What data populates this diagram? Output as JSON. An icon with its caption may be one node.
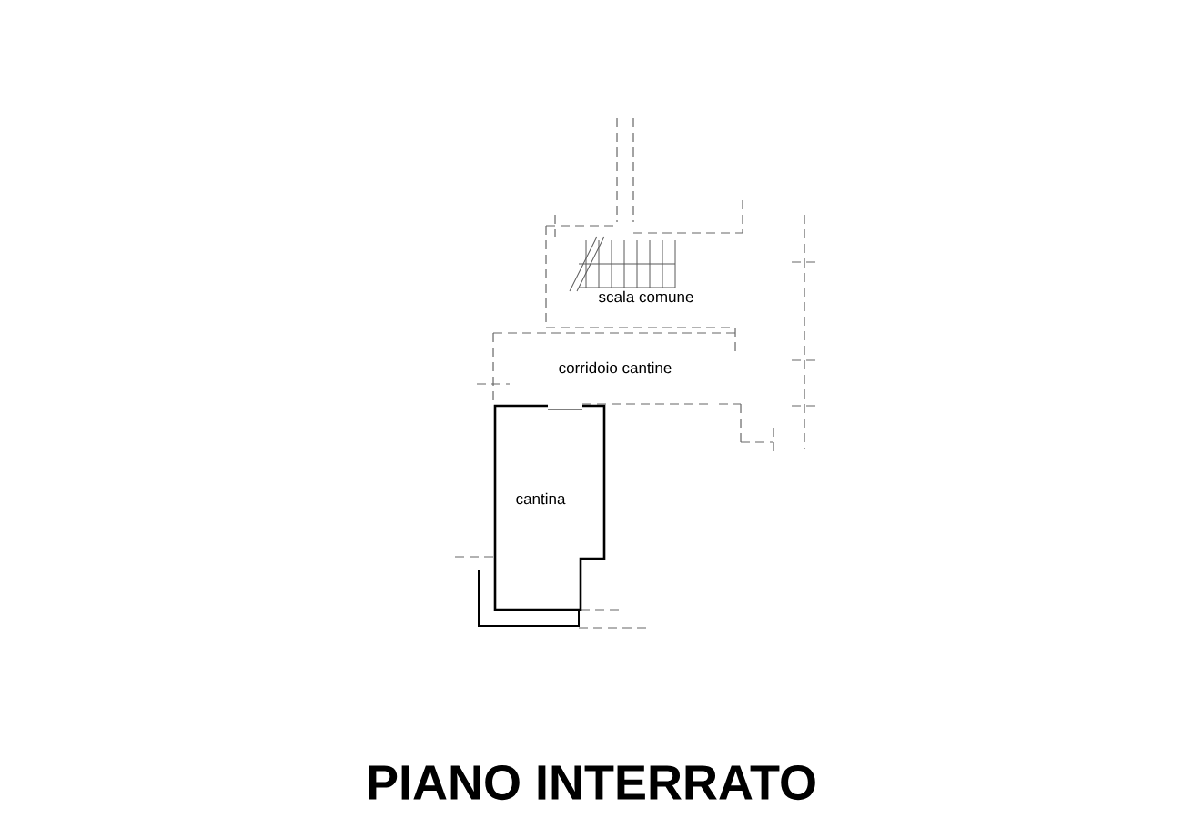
{
  "diagram": {
    "title": "PIANO INTERRATO",
    "labels": [
      "scala comune",
      "corridoio cantine",
      "cantina"
    ]
  }
}
